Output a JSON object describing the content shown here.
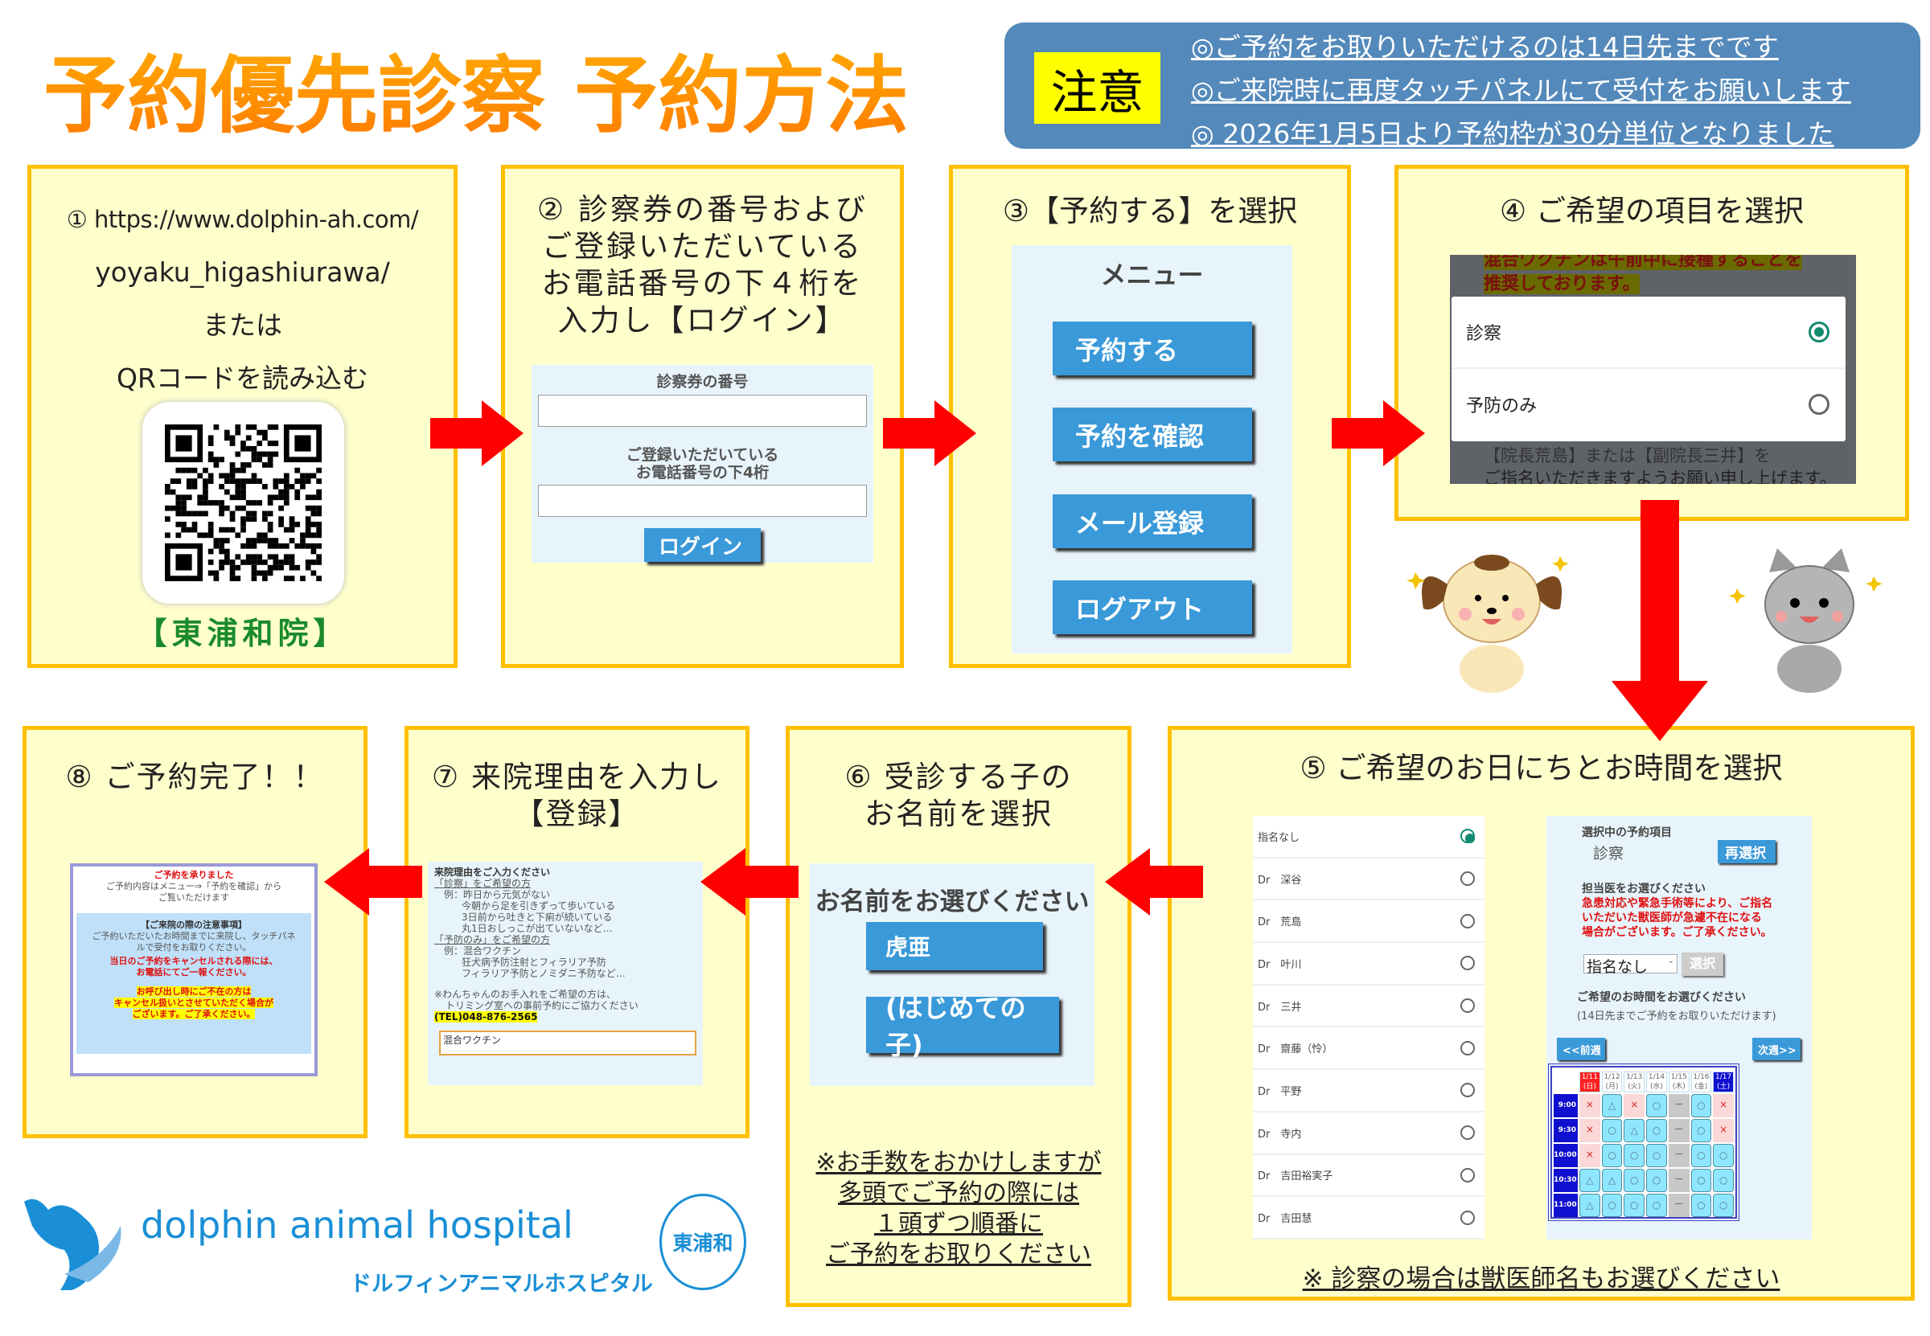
{
  "title": "予約優先診察 予約方法",
  "notice": {
    "badge": "注意",
    "lines": [
      "◎ご予約をお取りいただけるのは14日先までです",
      "◎ご来院時に再度タッチパネルにて受付をお願いします",
      "◎ 2026年1月5日より予約枠が30分単位となりました"
    ]
  },
  "step1": {
    "lines": [
      "① https://www.dolphin-ah.com/",
      "yoyaku_higashiurawa/",
      "または",
      "QRコードを読み込む"
    ],
    "branch": "【東浦和院】"
  },
  "step2": {
    "lines": [
      "② 診察券の番号および",
      "ご登録いただいている",
      "お電話番号の下４桁を",
      "入力し【ログイン】"
    ],
    "label1": "診察券の番号",
    "label2a": "ご登録いただいている",
    "label2b": "お電話番号の下4桁",
    "login": "ログイン"
  },
  "step3": {
    "title": "③【予約する】を選択",
    "menu": "メニュー",
    "buttons": [
      "予約する",
      "予約を確認",
      "メール登録",
      "ログアウト"
    ]
  },
  "step4": {
    "title": "④ ご希望の項目を選択",
    "top_a": "混合ワクチンは午前中に接種することを",
    "top_b": "推奨しております。",
    "options": [
      "診察",
      "予防のみ"
    ],
    "bottom_a": "【院長荒島】または【副院長三井】を",
    "bottom_b": "ご指名いただきますようお願い申し上げます。"
  },
  "step5": {
    "title": "⑤ ご希望のお日にちとお時間を選択",
    "doctors": [
      "指名なし",
      "Dr　深谷",
      "Dr　荒島",
      "Dr　叶川",
      "Dr　三井",
      "Dr　齋藤（怜）",
      "Dr　平野",
      "Dr　寺内",
      "Dr　吉田裕実子",
      "Dr　吉田慧"
    ],
    "selected_label": "選択中の予約項目",
    "selected_value": "診察",
    "reselect": "再選択",
    "doctor_prompt": "担当医をお選びください",
    "warning": [
      "急患対応や緊急手術等により、ご指名",
      "いただいた獣医師が急遽不在になる",
      "場合がございます。ご了承ください。"
    ],
    "doctor_select": "指名なし",
    "select_btn": "選択",
    "time_prompt": "ご希望のお時間をお選びください",
    "time_note": "(14日先までご予約をお取りいただけます)",
    "prev": "<<前週",
    "next": "次週>>",
    "dates": [
      [
        "1/11",
        "(日)"
      ],
      [
        "1/12",
        "(月)"
      ],
      [
        "1/13",
        "(火)"
      ],
      [
        "1/14",
        "(水)"
      ],
      [
        "1/15",
        "(木)"
      ],
      [
        "1/16",
        "(金)"
      ],
      [
        "1/17",
        "(土)"
      ]
    ],
    "times": [
      "9:00",
      "9:30",
      "10:00",
      "10:30",
      "11:00"
    ],
    "slots": [
      [
        "×",
        "△",
        "×",
        "○",
        "－",
        "○",
        "×"
      ],
      [
        "×",
        "○",
        "△",
        "○",
        "－",
        "○",
        "×"
      ],
      [
        "×",
        "○",
        "○",
        "○",
        "－",
        "○",
        "○"
      ],
      [
        "△",
        "△",
        "○",
        "○",
        "－",
        "○",
        "○"
      ],
      [
        "△",
        "○",
        "○",
        "○",
        "－",
        "○",
        "○"
      ]
    ],
    "footnote": "※ 診察の場合は獣医師名もお選びください"
  },
  "step6": {
    "title_a": "⑥ 受診する子の",
    "title_b": "お名前を選択",
    "prompt": "お名前をお選びください",
    "pets": [
      "虎亜",
      "(はじめての子)"
    ],
    "note": [
      "※お手数をおかけしますが",
      "多頭でご予約の際には",
      "１頭ずつ順番に",
      "ご予約をお取りください"
    ]
  },
  "step7": {
    "title_a": "⑦ 来院理由を入力し",
    "title_b": "【登録】",
    "heading": "来院理由をご入力ください",
    "sub1": "「診察」をご希望の方",
    "ex1": [
      "例：昨日から元気がない",
      "今朝から足を引きずって歩いている",
      "3日前から吐きと下痢が続いている",
      "丸1日おしっこが出ていないなど…"
    ],
    "sub2": "「予防のみ」をご希望の方",
    "ex2": [
      "例：混合ワクチン",
      "狂犬病予防注射とフィラリア予防",
      "フィラリア予防とノミダニ予防など…"
    ],
    "trim_a": "※わんちゃんのお手入れをご希望の方は、",
    "trim_b": "トリミング室への事前予約にご協力ください",
    "tel": "(TEL)048-876-2565",
    "input": "混合ワクチン"
  },
  "step8": {
    "title": "⑧ ご予約完了！！",
    "done": "ご予約を承りました",
    "done_a": "ご予約内容はメニュー⇒「予約を確認」から",
    "done_b": "ご覧いただけます",
    "caution_h": "【ご来院の際の注意事項】",
    "caution_a": "ご予約いただいたお時間までに来院し、タッチパネ",
    "caution_b": "ルで受付をお取りください。",
    "cancel_a": "当日のご予約をキャンセルされる際には、",
    "cancel_b": "お電話にてご一報ください。",
    "absent": [
      "お呼び出し時にご不在の方は",
      "キャンセル扱いとさせていただく場合が",
      "ございます。ご了承ください。"
    ]
  },
  "logo": {
    "en": "dolphin animal hospital",
    "ja": "ドルフィンアニマルホスピタル",
    "branch": "東浦和"
  },
  "colors": {
    "accent": "#ffc000",
    "panel": "#ffffcc",
    "arrow": "#ff0000",
    "blue": "#3a99d8"
  }
}
